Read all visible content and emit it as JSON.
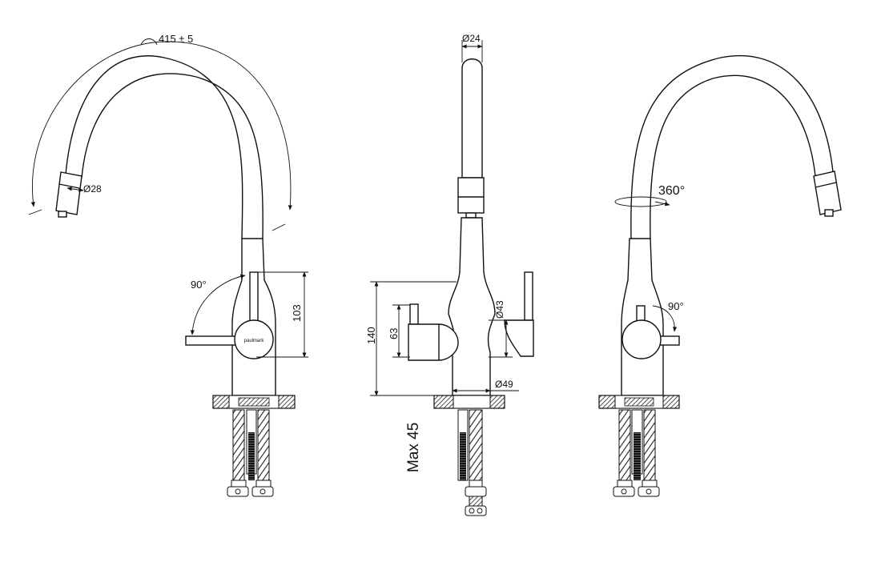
{
  "dimensions": {
    "spout_length": "415 ± 5",
    "aerator_diameter": "Ø28",
    "tube_diameter": "Ø24",
    "lever_rotation_left": "90°",
    "lever_rotation_right": "90°",
    "spout_rotation": "360°",
    "lever_height": "103",
    "body_height": "140",
    "side_handle_height": "63",
    "body_diameter": "Ø43",
    "base_diameter": "Ø49",
    "max_countertop": "Max 45"
  },
  "brand_label": "paulmark",
  "colors": {
    "line": "#111111",
    "background": "#ffffff"
  }
}
